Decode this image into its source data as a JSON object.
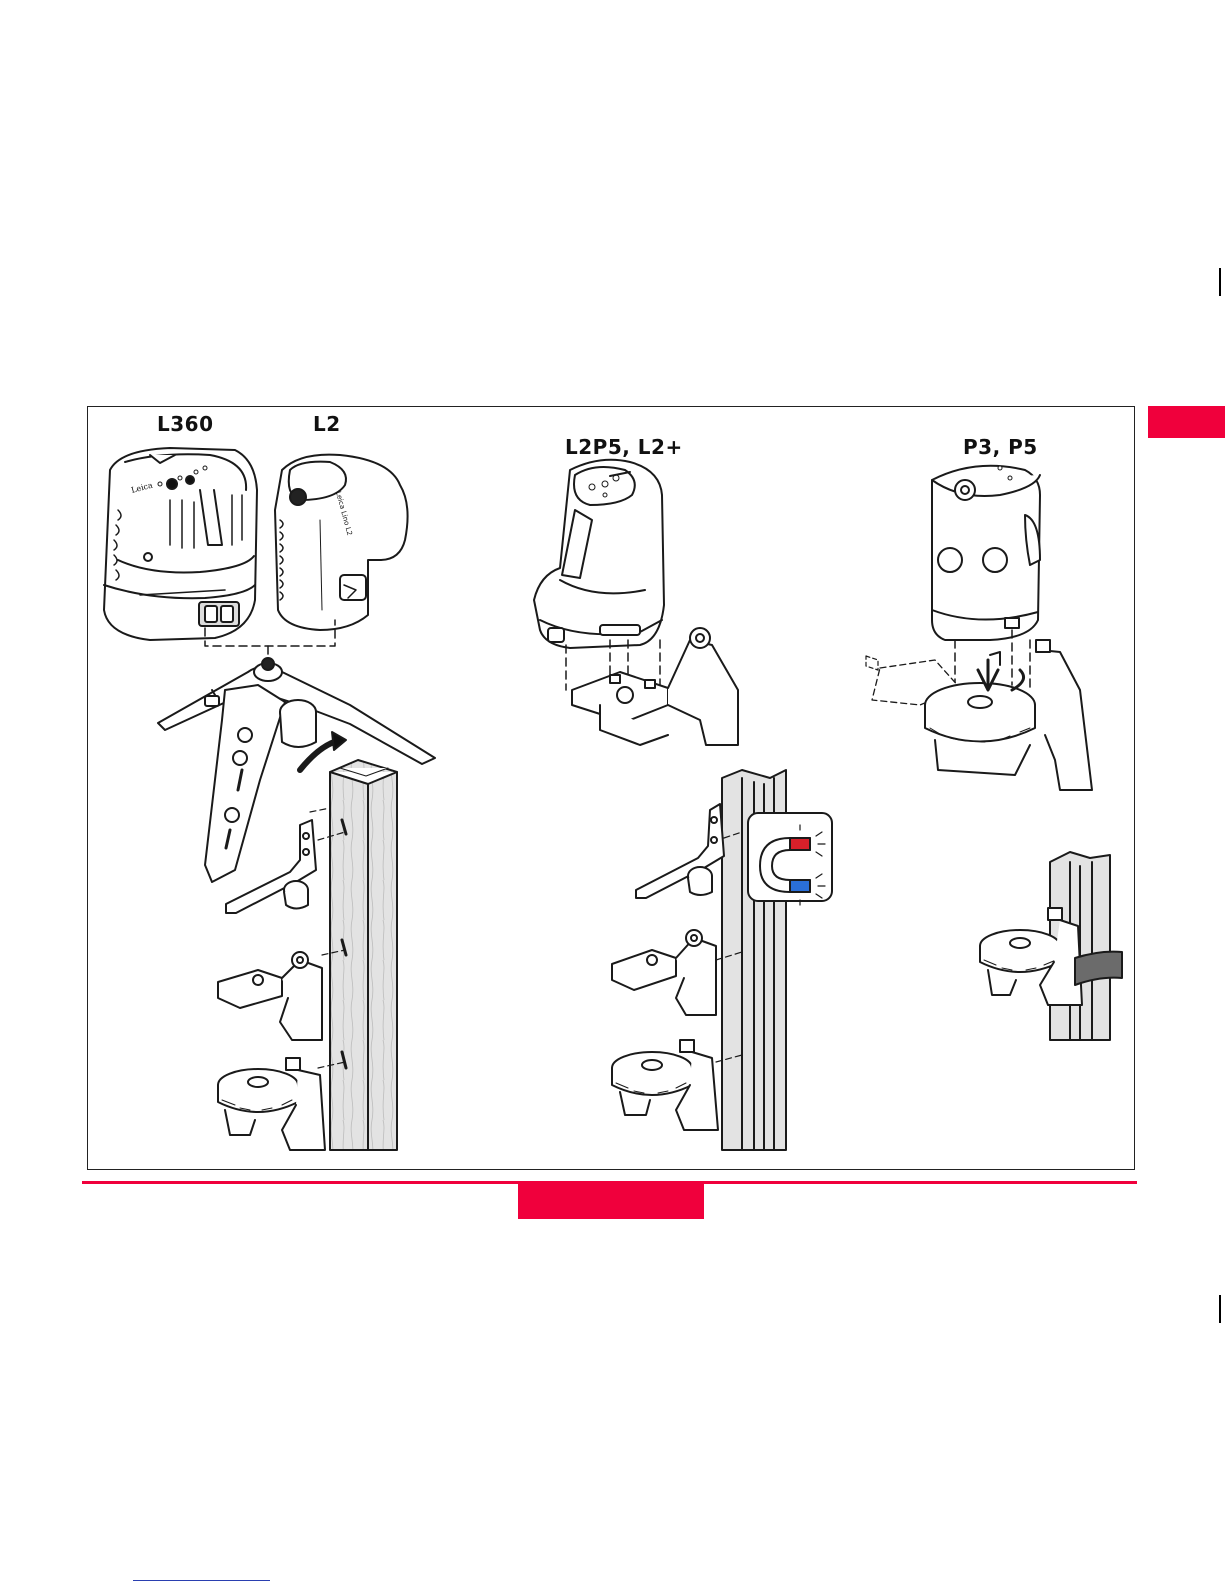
{
  "models": {
    "l360": "L360",
    "l2": "L2",
    "l2p5": "L2P5, L2+",
    "p3p5": "P3, P5"
  },
  "device_print": {
    "l2_body": "Leica Lino L2",
    "l360_logo": "Leica"
  },
  "colors": {
    "accent": "#f0003c",
    "magnet_north": "#d8202a",
    "magnet_south": "#2a6fd8",
    "strap": "#6b6b6b"
  },
  "icons": [
    "magnet-icon",
    "rotate-arrow-icon",
    "push-arrow-icon"
  ]
}
